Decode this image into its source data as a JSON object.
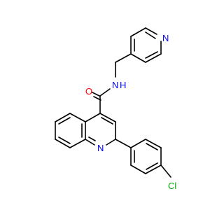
{
  "molecule": {
    "atoms": {
      "O": {
        "text": "O",
        "color": "#ff0000"
      },
      "NH": {
        "text": "N",
        "color": "#0000ff"
      },
      "H": {
        "text": "H",
        "color": "#0000ff"
      },
      "N_pyridine": {
        "text": "N",
        "color": "#0000ff"
      },
      "N_quinoline": {
        "text": "N",
        "color": "#0000ff"
      },
      "Cl": {
        "text": "Cl",
        "color": "#00aa00"
      }
    },
    "bond_color": "#000000",
    "background": "#ffffff"
  }
}
